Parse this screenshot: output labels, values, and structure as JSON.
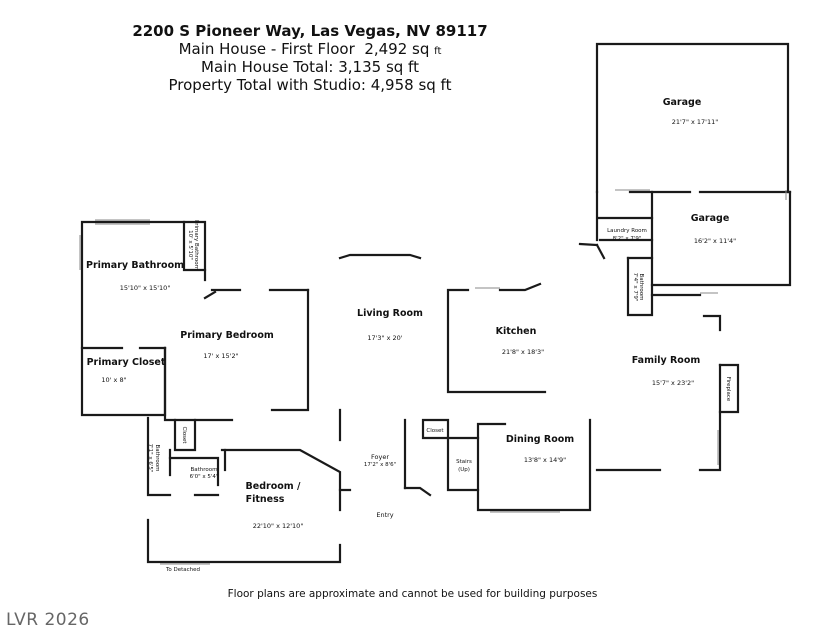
{
  "header": {
    "address": "2200 S Pioneer Way, Las Vegas, NV 89117",
    "first_floor_label": "Main House - First Floor",
    "first_floor_value": "2,492 sq",
    "first_floor_unit": "ft",
    "main_total": "Main House Total: 3,135 sq ft",
    "property_total": "Property Total with Studio: 4,958 sq ft"
  },
  "rooms": {
    "garage_top": {
      "name": "Garage",
      "dims": "21'7\" x 17'11\""
    },
    "garage_right": {
      "name": "Garage",
      "dims": "16'2\" x 11'4\""
    },
    "laundry": {
      "name": "Laundry Room",
      "dims": "8'2\" x 7'9\""
    },
    "bathroom_laundry": {
      "name": "Bathroom",
      "dims": "7'4\" x 7'9\""
    },
    "primary_bathroom": {
      "name": "Primary Bathroom",
      "dims": "15'10\" x 15'10\""
    },
    "primary_bathroom_small": {
      "name": "Primary Bathroom",
      "dims": "10' x 5'10\""
    },
    "primary_bedroom": {
      "name": "Primary Bedroom",
      "dims": "17' x 15'2\""
    },
    "primary_closet": {
      "name": "Primary Closet",
      "dims": "10' x 8\""
    },
    "living_room": {
      "name": "Living Room",
      "dims": "17'3\" x 20'"
    },
    "kitchen": {
      "name": "Kitchen",
      "dims": "21'8\" x 18'3\""
    },
    "family_room": {
      "name": "Family Room",
      "dims": "15'7\" x 23'2\""
    },
    "fireplace": {
      "name": "Fireplace"
    },
    "dining_room": {
      "name": "Dining Room",
      "dims": "13'8\" x 14'9\""
    },
    "closet_dining": {
      "name": "Closet"
    },
    "stairs": {
      "name": "Stairs",
      "note": "(Up)"
    },
    "foyer": {
      "name": "Foyer",
      "dims": "17'2\" x 8'6\""
    },
    "entry": {
      "name": "Entry"
    },
    "closet_hall": {
      "name": "Closet"
    },
    "bathroom_vertical": {
      "name": "Bathroom",
      "dims": "7'1\" x 6'5\""
    },
    "bathroom_small": {
      "name": "Bathroom",
      "dims": "6'0\" x 5'4\""
    },
    "bedroom_fitness": {
      "name": "Bedroom /",
      "name2": "Fitness",
      "dims": "22'10\" x 12'10\""
    },
    "to_detached": {
      "name": "To Detached"
    }
  },
  "footer": {
    "disclaimer": "Floor plans are approximate and cannot be used for building purposes",
    "brand": "LVR 2026"
  }
}
